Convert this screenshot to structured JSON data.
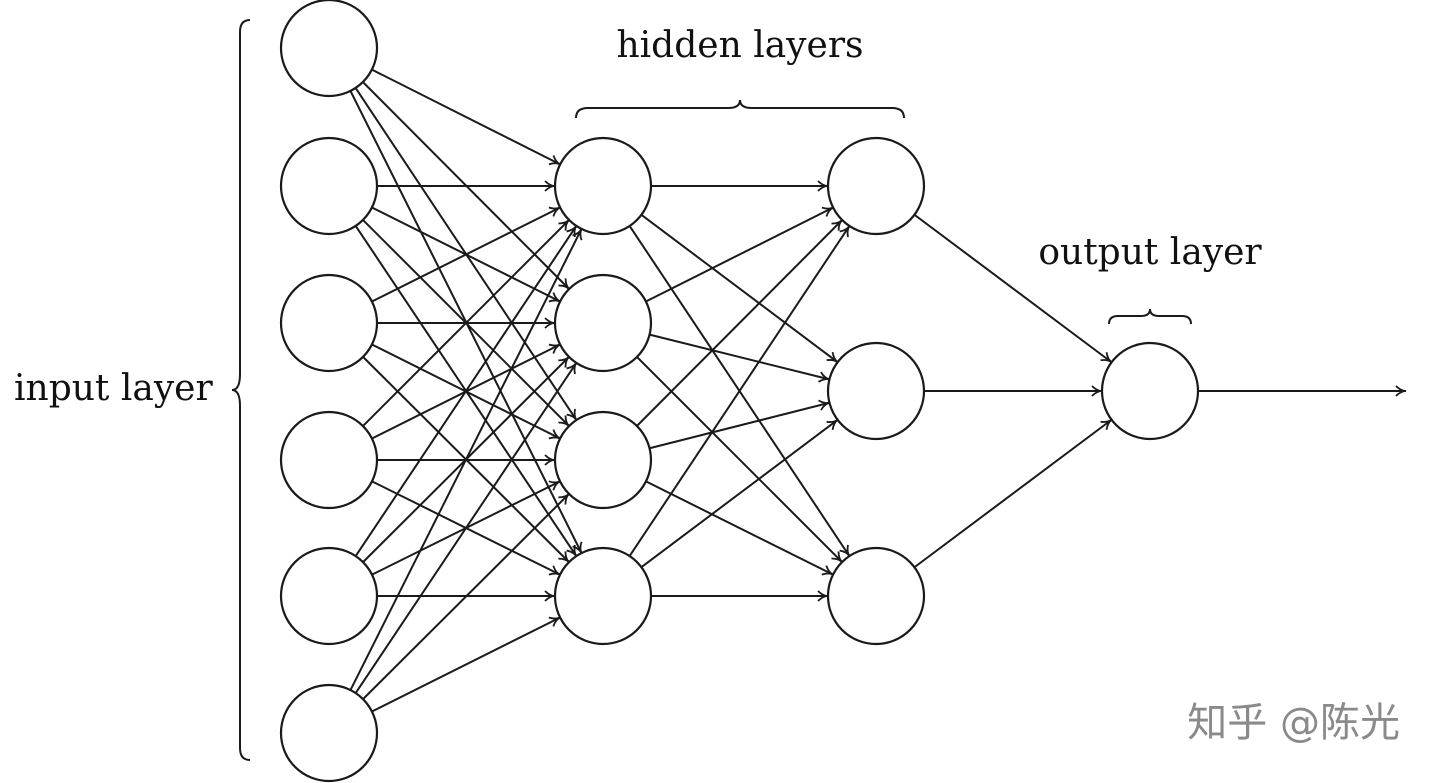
{
  "labels": {
    "input_layer": "input layer",
    "hidden_layers": "hidden layers",
    "output_layer": "output layer"
  },
  "watermark": "知乎 @陈光",
  "network": {
    "layers": [
      {
        "name": "input",
        "neurons": 6
      },
      {
        "name": "hidden-1",
        "neurons": 4
      },
      {
        "name": "hidden-2",
        "neurons": 3
      },
      {
        "name": "output",
        "neurons": 1
      }
    ],
    "fully_connected": true,
    "output_arrow": true
  },
  "colors": {
    "stroke": "#1a1a1a",
    "node_fill": "#ffffff",
    "watermark": "#8a8a8a"
  }
}
